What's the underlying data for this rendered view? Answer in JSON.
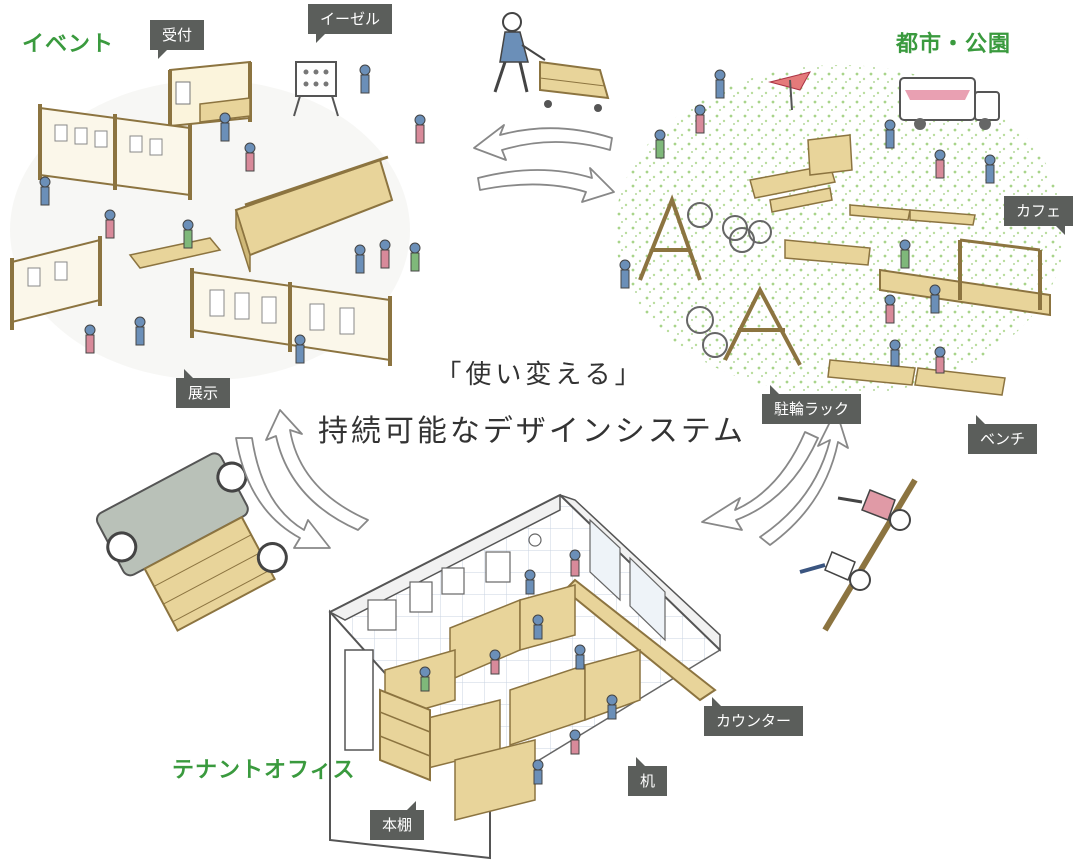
{
  "colors": {
    "section_green": "#3a9a3e",
    "tag_gray": "#5b5e5b",
    "wood": "#e8d49a",
    "wood_edge": "#8c7440",
    "ink": "#333333",
    "grass": "#a8d48a"
  },
  "title": {
    "line1": "「使い変える」",
    "line2": "持続可能なデザインシステム"
  },
  "sections": {
    "event": "イベント",
    "city_park": "都市・公園",
    "tenant_office": "テナントオフィス"
  },
  "tags": {
    "reception": "受付",
    "easel": "イーゼル",
    "exhibition": "展示",
    "cafe": "カフェ",
    "bike_rack": "駐輪ラック",
    "bench": "ベンチ",
    "counter": "カウンター",
    "desk": "机",
    "bookshelf": "本棚"
  },
  "icons": [
    "cart-worker-icon",
    "truck-icon",
    "bicycle-icon",
    "food-truck-icon",
    "parasol-icon",
    "carrying-people-icon"
  ]
}
